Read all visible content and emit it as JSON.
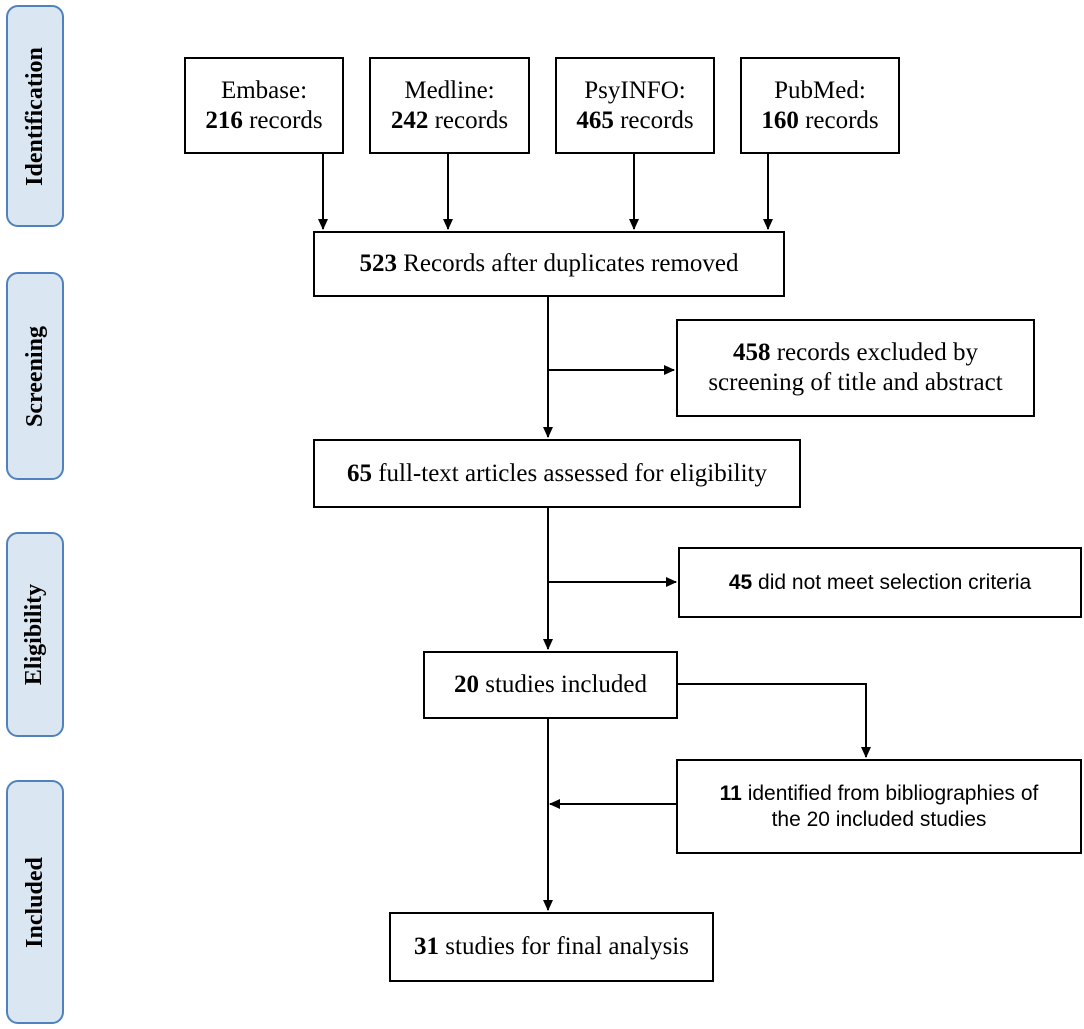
{
  "stages": {
    "identification": "Identification",
    "screening": "Screening",
    "eligibility": "Eligibility",
    "included": "Included"
  },
  "sources": [
    {
      "name": "Embase:",
      "count": "216",
      "unit": "records"
    },
    {
      "name": "Medline:",
      "count": "242",
      "unit": "records"
    },
    {
      "name": "PsyINFO:",
      "count": "465",
      "unit": "records"
    },
    {
      "name": "PubMed:",
      "count": "160",
      "unit": "records"
    }
  ],
  "after_duplicates": {
    "count": "523",
    "text": "Records after duplicates removed"
  },
  "excluded_screening": {
    "count": "458",
    "text": "records excluded by",
    "text2": "screening of title and abstract"
  },
  "full_text": {
    "count": "65",
    "text": "full-text articles assessed for eligibility"
  },
  "excluded_eligibility": {
    "count": "45",
    "text": "did not meet selection criteria"
  },
  "included_studies": {
    "count": "20",
    "text": "studies included"
  },
  "bibliographies": {
    "count": "11",
    "text": "identified from bibliographies of",
    "text2": "the 20 included studies"
  },
  "final": {
    "count": "31",
    "text": "studies for final analysis"
  }
}
